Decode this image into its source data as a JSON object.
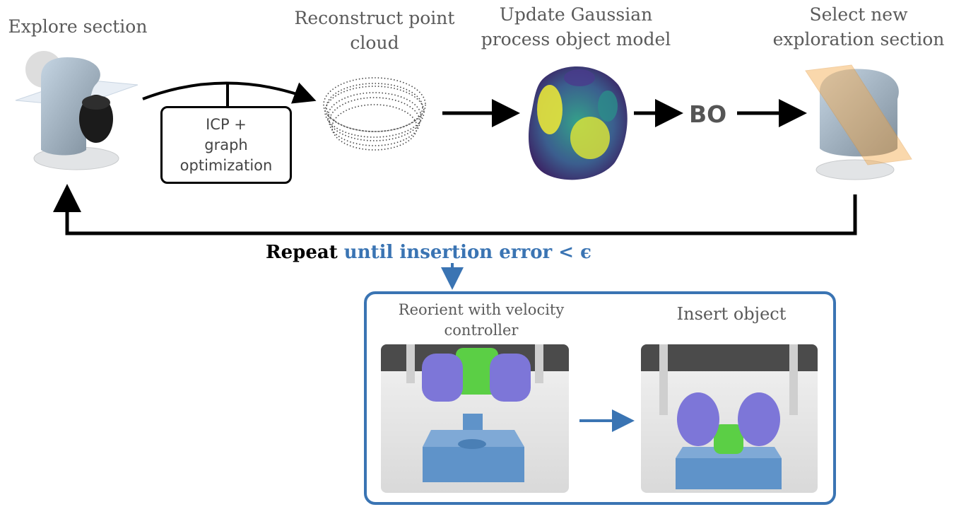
{
  "steps": {
    "explore": "Explore section",
    "reconstruct_1": "Reconstruct point",
    "reconstruct_2": "cloud",
    "update_1": "Update Gaussian",
    "update_2": "process object model",
    "select_1": "Select new",
    "select_2": "exploration section"
  },
  "icp_box": {
    "line1": "ICP +",
    "line2": "graph",
    "line3": "optimization"
  },
  "bo_label": "BO",
  "loop": {
    "repeat": "Repeat",
    "condition": "until insertion error < ϵ"
  },
  "insertion": {
    "reorient_1": "Reorient with velocity",
    "reorient_2": "controller",
    "insert": "Insert object"
  },
  "colors": {
    "accent_blue": "#3a74b3",
    "arrow_black": "#000000",
    "gripper_purple": "#7d76d8",
    "object_green": "#5bcf45",
    "base_blue": "#5f93c9",
    "plane_orange": "#f5a94a"
  }
}
